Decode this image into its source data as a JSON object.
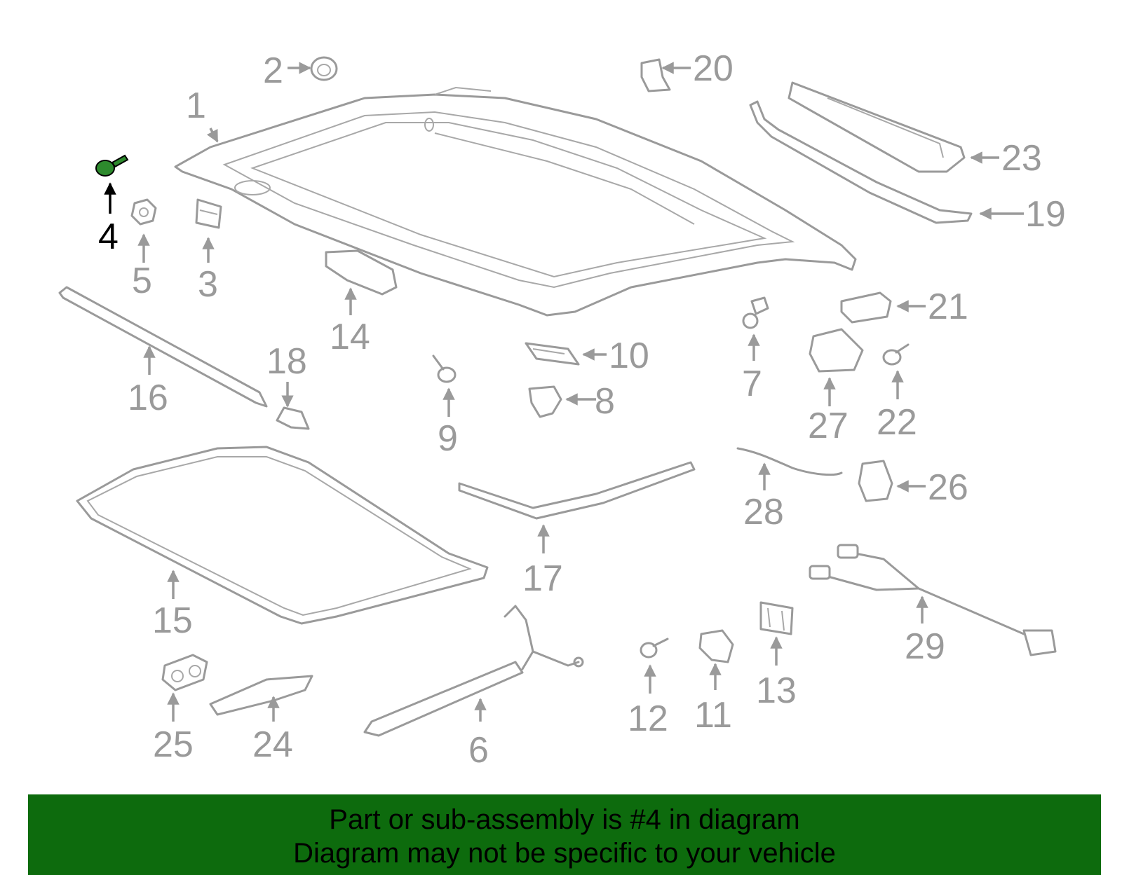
{
  "diagram": {
    "highlight_color": "#2d8a2d",
    "part_color": "#9a9a9a",
    "callouts": [
      "1",
      "2",
      "3",
      "4",
      "5",
      "6",
      "7",
      "8",
      "9",
      "10",
      "11",
      "12",
      "13",
      "14",
      "15",
      "16",
      "17",
      "18",
      "19",
      "20",
      "21",
      "22",
      "23",
      "24",
      "25",
      "26",
      "27",
      "28",
      "29"
    ],
    "highlighted_callout": "4"
  },
  "banner": {
    "line1": "Part or sub-assembly is #4 in diagram",
    "line2": "Diagram may not be specific to your vehicle",
    "background": "#0d6b0d"
  }
}
